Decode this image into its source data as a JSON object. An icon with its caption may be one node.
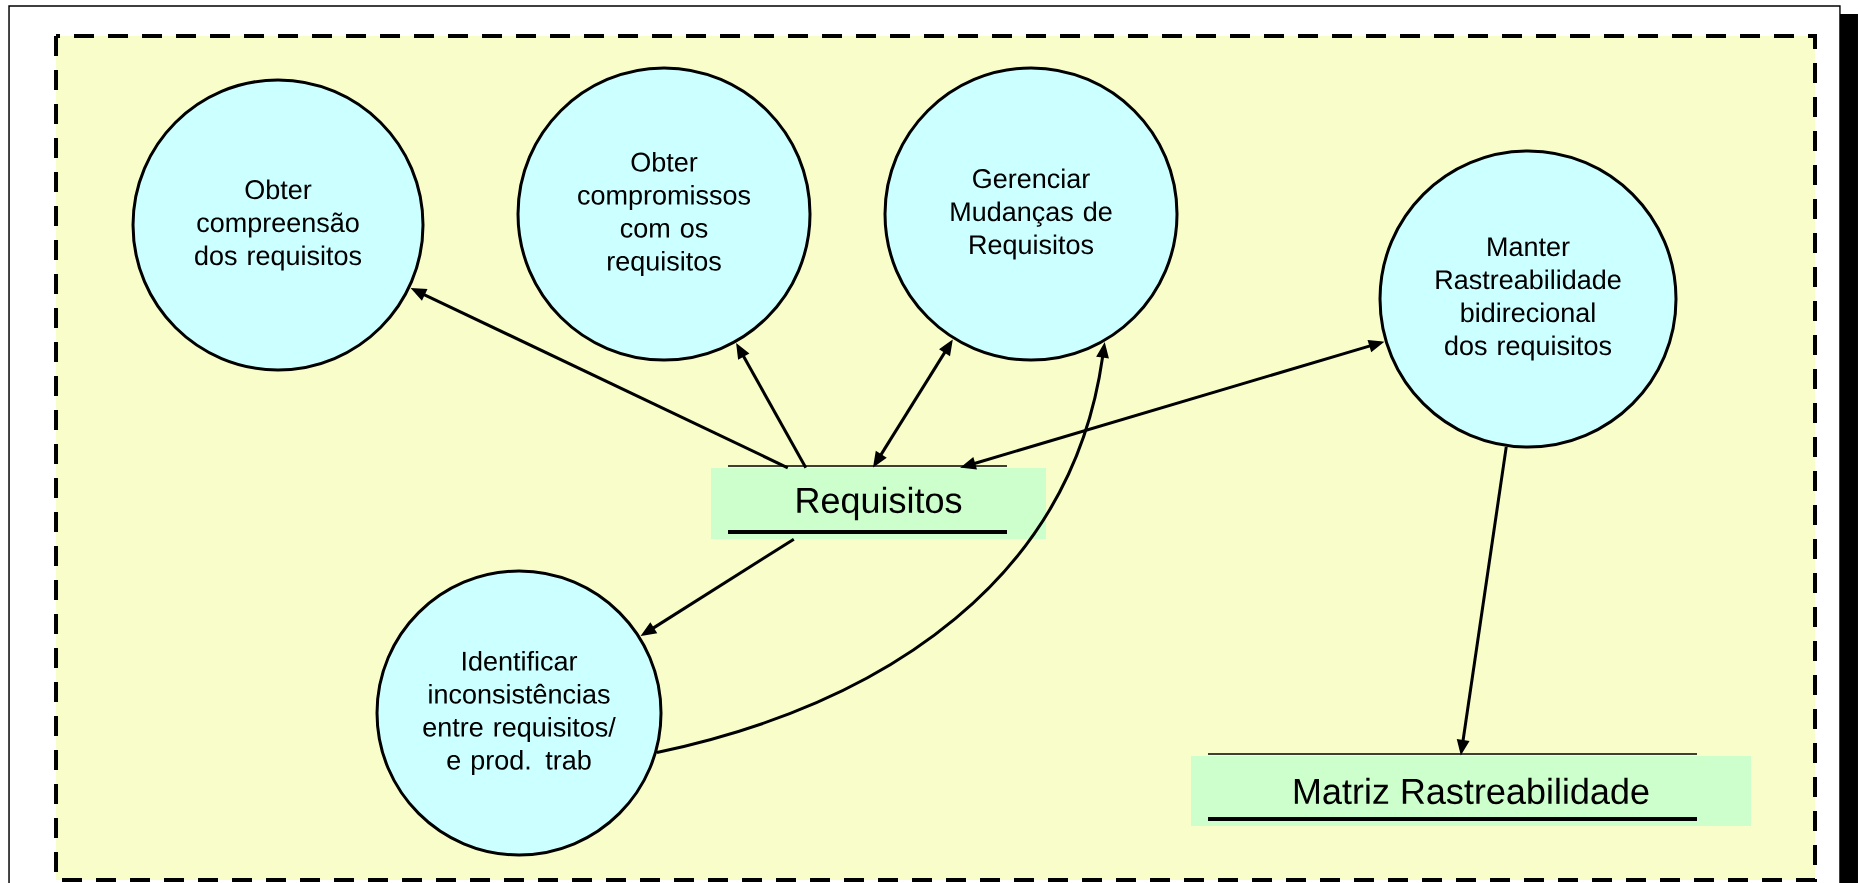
{
  "diagram": {
    "nodes": [
      {
        "text": [
          "Obter compreensão dos requisitos"
        ]
      },
      {
        "text": [
          "Obter compromissos com os requisitos"
        ]
      },
      {
        "text": [
          "Gerenciar Mudanças de Requisitos"
        ]
      },
      {
        "text": [
          "Manter Rastreabilidade bidirecional dos requisitos"
        ]
      },
      {
        "text": [
          "Requisitos"
        ]
      },
      {
        "text": [
          "Identificar inconsistências entre requisitos/ e prod. trab"
        ]
      },
      {
        "text": [
          "Matriz Rastreabilidade"
        ]
      }
    ],
    "edges": [
      {
        "from": 4,
        "to": 0,
        "arrow": "to"
      },
      {
        "from": 4,
        "to": 1,
        "arrow": "to"
      },
      {
        "from": 4,
        "to": 2,
        "arrow": "both"
      },
      {
        "from": 4,
        "to": 3,
        "arrow": "both"
      },
      {
        "from": 4,
        "to": 5,
        "arrow": "to"
      },
      {
        "from": 5,
        "to": 2,
        "arrow": "to"
      },
      {
        "from": 3,
        "to": 6,
        "arrow": "to"
      }
    ]
  }
}
